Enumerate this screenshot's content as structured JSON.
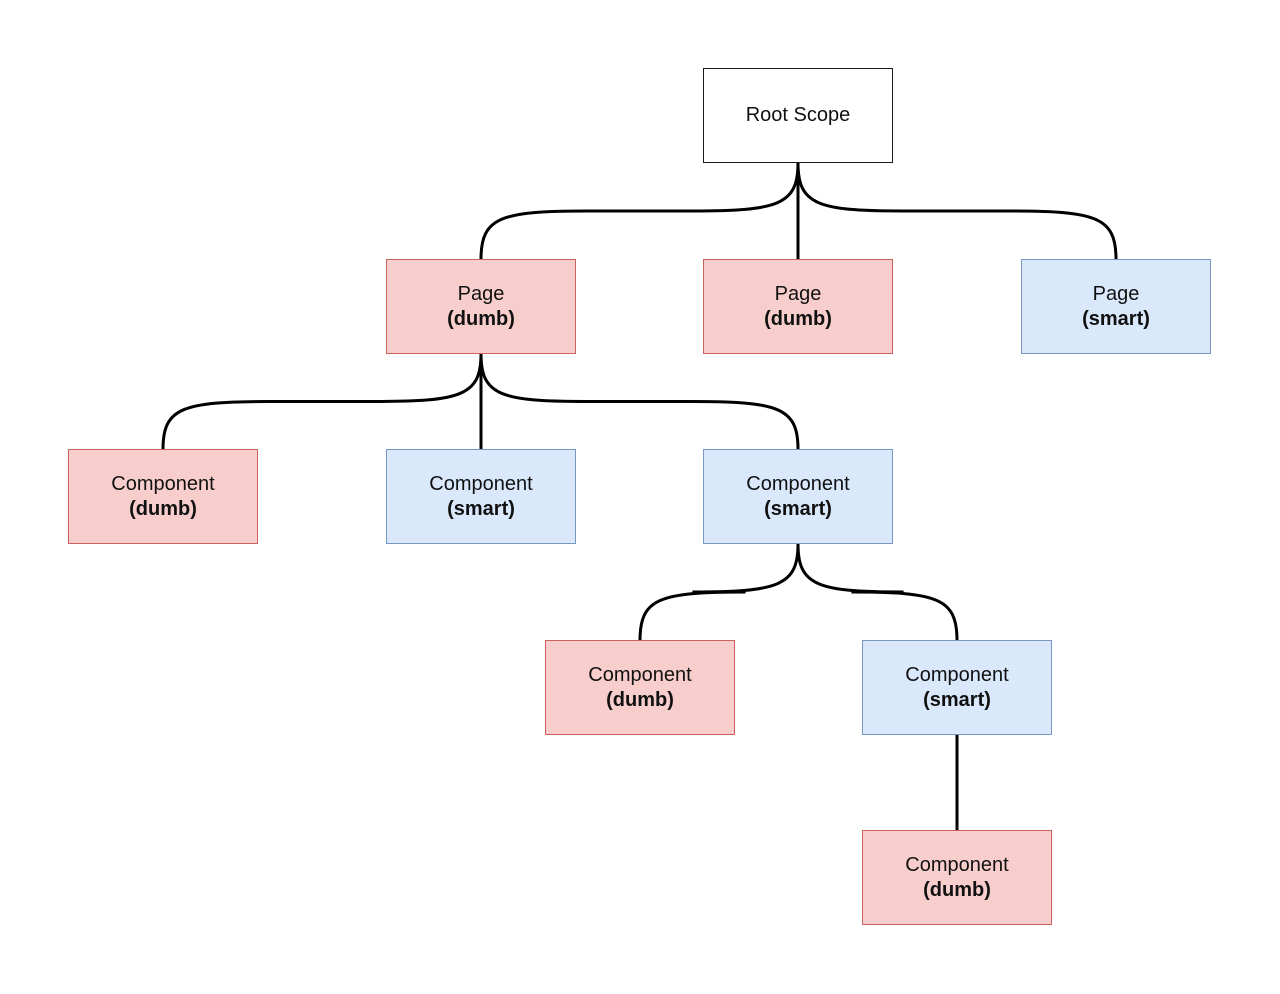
{
  "diagram": {
    "nodes": {
      "root": {
        "title": "Root Scope",
        "kind": "",
        "style": "root"
      },
      "page1": {
        "title": "Page",
        "kind": "(dumb)",
        "style": "dumb"
      },
      "page2": {
        "title": "Page",
        "kind": "(dumb)",
        "style": "dumb"
      },
      "page3": {
        "title": "Page",
        "kind": "(smart)",
        "style": "smart"
      },
      "comp1": {
        "title": "Component",
        "kind": "(dumb)",
        "style": "dumb"
      },
      "comp2": {
        "title": "Component",
        "kind": "(smart)",
        "style": "smart"
      },
      "comp3": {
        "title": "Component",
        "kind": "(smart)",
        "style": "smart"
      },
      "comp4": {
        "title": "Component",
        "kind": "(dumb)",
        "style": "dumb"
      },
      "comp5": {
        "title": "Component",
        "kind": "(smart)",
        "style": "smart"
      },
      "comp6": {
        "title": "Component",
        "kind": "(dumb)",
        "style": "dumb"
      }
    },
    "edges": [
      [
        "root",
        "page1"
      ],
      [
        "root",
        "page2"
      ],
      [
        "root",
        "page3"
      ],
      [
        "page1",
        "comp1"
      ],
      [
        "page1",
        "comp2"
      ],
      [
        "page1",
        "comp3"
      ],
      [
        "comp3",
        "comp4"
      ],
      [
        "comp3",
        "comp5"
      ],
      [
        "comp5",
        "comp6"
      ]
    ],
    "colors": {
      "dumb_fill": "#f8cecc",
      "dumb_border": "#c9645f",
      "smart_fill": "#dae8fc",
      "smart_border": "#7897c4",
      "root_fill": "#ffffff",
      "root_border": "#1a1a1a",
      "edge": "#000000"
    }
  }
}
